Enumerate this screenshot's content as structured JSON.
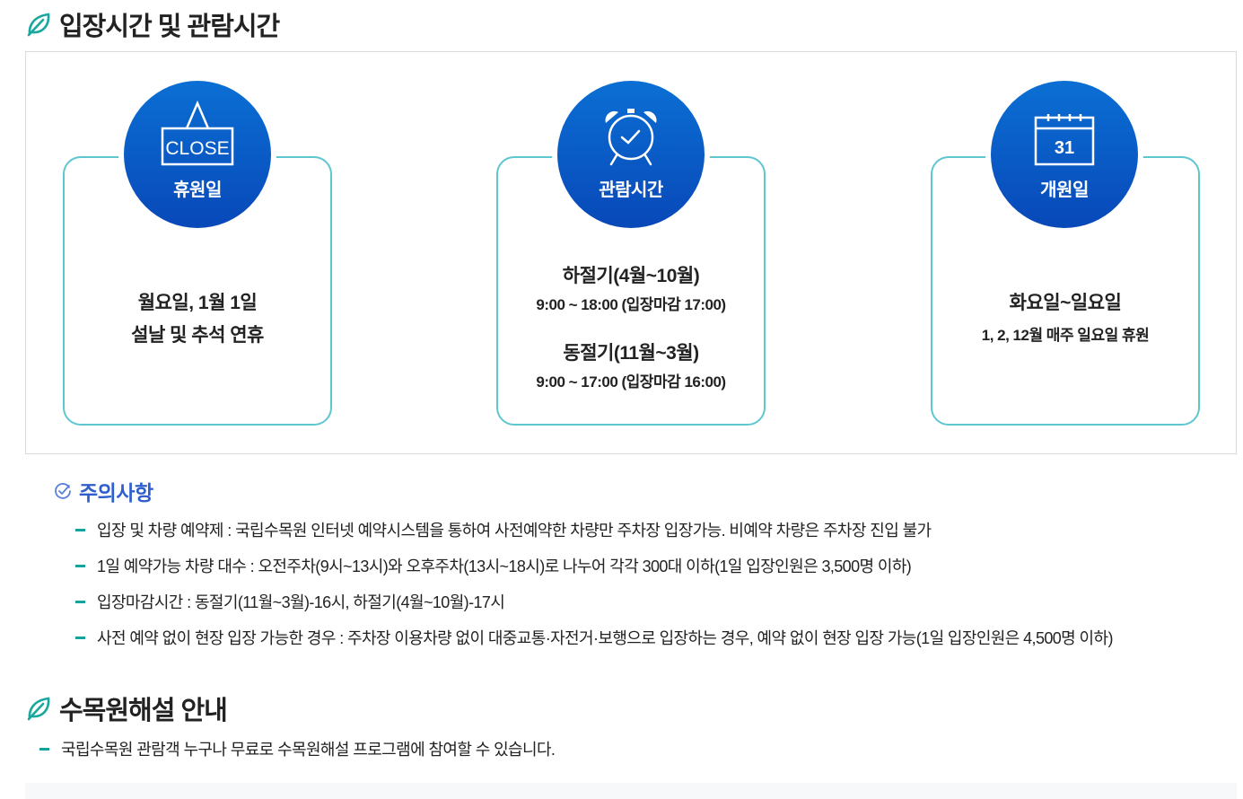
{
  "section1": {
    "title": "입장시간 및 관람시간",
    "icon": "leaf-icon",
    "cards": [
      {
        "label": "휴원일",
        "icon": "close-sign-icon",
        "icon_text": "CLOSE",
        "lines": [
          "월요일, 1월 1일",
          "설날 및 추석 연휴"
        ]
      },
      {
        "label": "관람시간",
        "icon": "alarm-clock-icon",
        "summer_title": "하절기(4월~10월)",
        "summer_hours": "9:00 ~ 18:00 (입장마감 17:00)",
        "winter_title": "동절기(11월~3월)",
        "winter_hours": "9:00 ~ 17:00 (입장마감 16:00)"
      },
      {
        "label": "개원일",
        "icon": "calendar-icon",
        "icon_text": "31",
        "title": "화요일~일요일",
        "subtitle": "1, 2, 12월 매주 일요일 휴원"
      }
    ]
  },
  "notice": {
    "title": "주의사항",
    "icon": "check-circle-icon",
    "items": [
      "입장 및 차량 예약제 : 국립수목원 인터넷 예약시스템을 통하여 사전예약한 차량만 주차장 입장가능. 비예약 차량은 주차장 진입 불가",
      "1일 예약가능 차량 대수 : 오전주차(9시~13시)와 오후주차(13시~18시)로 나누어 각각 300대 이하(1일 입장인원은 3,500명 이하)",
      "입장마감시간 : 동절기(11월~3월)-16시, 하절기(4월~10월)-17시",
      "사전 예약 없이 현장 입장 가능한 경우 : 주차장 이용차량 없이 대중교통·자전거·보행으로 입장하는 경우, 예약 없이 현장 입장 가능(1일 입장인원은 4,500명 이하)"
    ]
  },
  "section2": {
    "title": "수목원해설 안내",
    "icon": "leaf-icon",
    "items": [
      "국립수목원 관람객 누구나 무료로 수목원해설 프로그램에 참여할 수 있습니다."
    ]
  },
  "colors": {
    "accent_teal": "#13a39a",
    "card_border": "#5ec6cf",
    "circle_blue": "#0a5cc8",
    "notice_blue": "#2f5fce"
  }
}
